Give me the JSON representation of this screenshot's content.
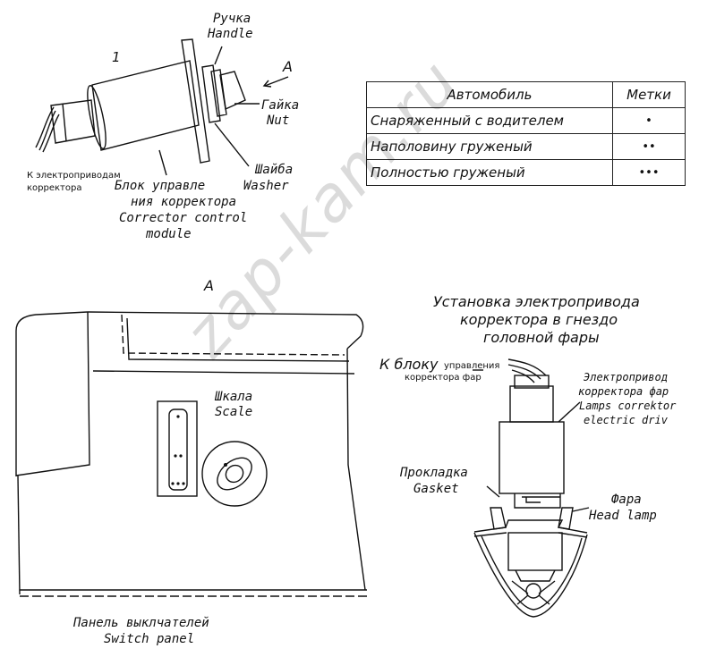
{
  "top_diagram": {
    "handle_ru": "Ручка",
    "handle_en": "Handle",
    "number_1": "1",
    "arrow_a": "A",
    "nut_ru": "Гайка",
    "nut_en": "Nut",
    "washer_ru": "Шайба",
    "washer_en": "Washer",
    "to_actuators_line1": "К электроприводам",
    "to_actuators_line2": "корректора",
    "module_ru_line1": "Блок управле",
    "module_ru_line2": "ния корректора",
    "module_en_line1": "Corrector control",
    "module_en_line2": "module"
  },
  "marks_table": {
    "headers": [
      "Автомобиль",
      "Метки"
    ],
    "rows": [
      {
        "vehicle": "Снаряженный с водителем",
        "mark": "•"
      },
      {
        "vehicle": "Наполовину груженый",
        "mark": "••"
      },
      {
        "vehicle": "Полностью груженый",
        "mark": "•••"
      }
    ]
  },
  "view_a": {
    "title": "A",
    "scale_ru": "Шкала",
    "scale_en": "Scale",
    "panel_ru": "Панель выклчателей",
    "panel_en": "Switch panel"
  },
  "install": {
    "title_line1": "Установка электропривода",
    "title_line2": "корректора в гнездо",
    "title_line3": "головной фары",
    "to_block": "К блоку",
    "to_block_rest1": "управления",
    "to_block_rest2": "корректора фар",
    "actuator_ru_line1": "Электропривод",
    "actuator_ru_line2": "корректора фар",
    "actuator_en_line1": "Lamps correktor",
    "actuator_en_line2": "electric driv",
    "gasket_ru": "Прокладка",
    "gasket_en": "Gasket",
    "headlamp_ru": "Фара",
    "headlamp_en": "Head lamp"
  },
  "watermark": "zap-kam.ru"
}
